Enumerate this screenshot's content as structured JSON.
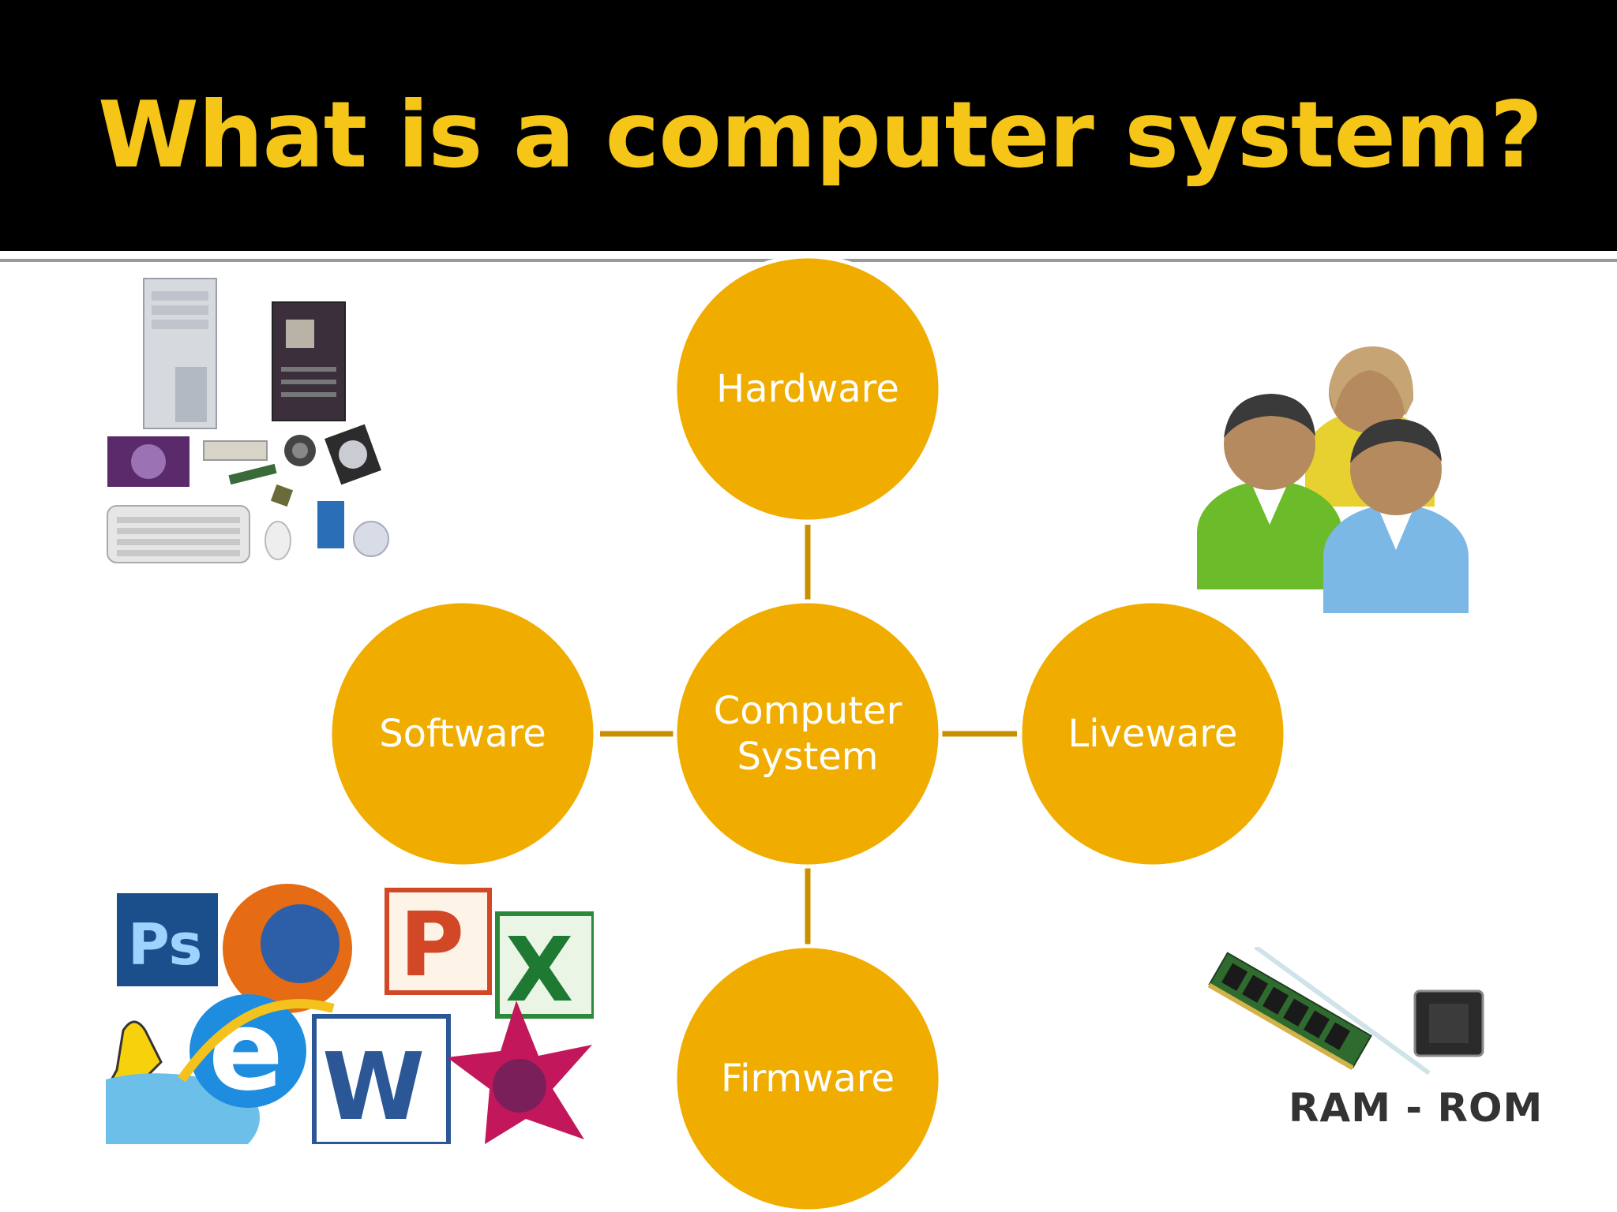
{
  "slide": {
    "title": "What is a computer system?"
  },
  "diagram": {
    "center": "Computer System",
    "center_lines": [
      "Computer",
      "System"
    ],
    "nodes": {
      "top": "Hardware",
      "left": "Software",
      "right": "Liveware",
      "bottom": "Firmware"
    },
    "node_color": "#f0ad00",
    "node_border": "#ffffff",
    "connector_color": "#c89000"
  },
  "illustrations": {
    "hardware": "computer-hardware-components-image",
    "liveware": "group-of-people-icon",
    "software": "software-application-logos-collage",
    "firmware": "ram-rom-chips-image",
    "firmware_caption": "RAM - ROM",
    "software_logos": [
      "Ps",
      "P",
      "X",
      "e",
      "W"
    ]
  },
  "colors": {
    "title": "#f5c518",
    "title_bar": "#000000"
  }
}
